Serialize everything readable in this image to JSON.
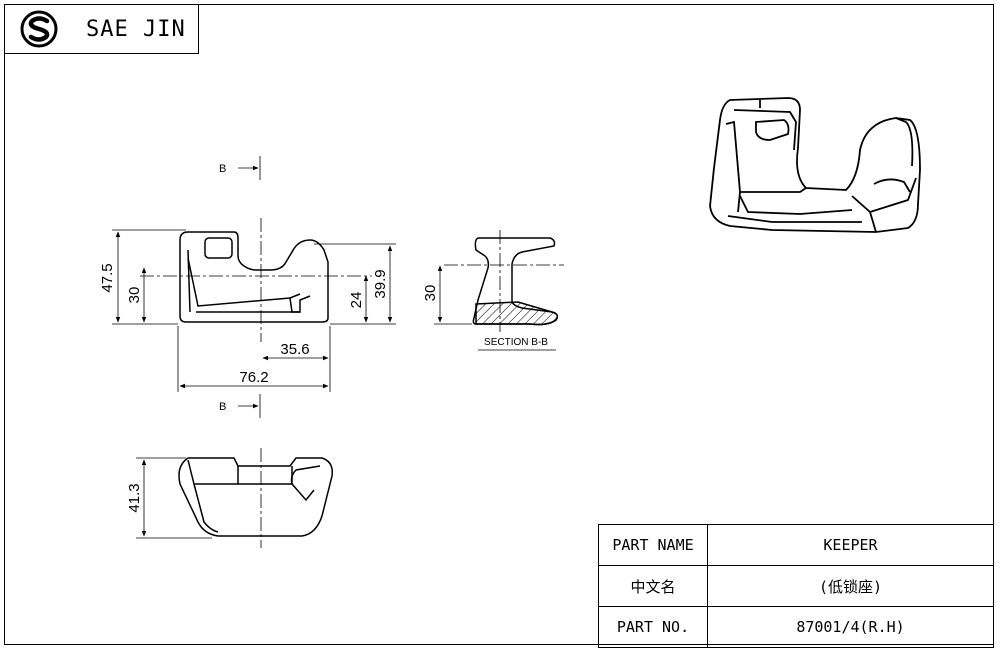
{
  "brand": {
    "name": "SAE JIN",
    "logo_icon": "saejin-logo-icon"
  },
  "dimensions": {
    "d_47_5": "47.5",
    "d_30a": "30",
    "d_24": "24",
    "d_39_9": "39.9",
    "d_35_6": "35.6",
    "d_76_2": "76.2",
    "d_30b": "30",
    "d_41_3": "41.3"
  },
  "section_markers": {
    "top": "B",
    "bottom": "B"
  },
  "section_label": "SECTION B-B",
  "title_block": {
    "rows": [
      {
        "label": "PART NAME",
        "value": "KEEPER"
      },
      {
        "label": "中文名",
        "value": "(低锁座)"
      },
      {
        "label": "PART NO.",
        "value": "87001/4(R.H)"
      }
    ]
  }
}
